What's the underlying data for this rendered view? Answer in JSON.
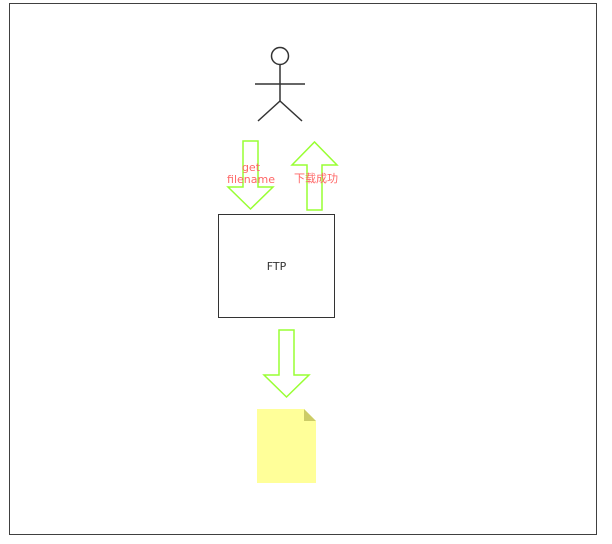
{
  "diagram": {
    "node_ftp": "FTP",
    "edge_request_line1": "get",
    "edge_request_line2": "filename",
    "edge_response": "下载成功"
  },
  "colors": {
    "arrow_stroke": "#99ff33",
    "label_text": "#ff6666",
    "file_fill": "#ffff99",
    "file_fold": "#cccc66",
    "frame_border": "#404040",
    "actor_stroke": "#333333"
  },
  "icons": {
    "actor": "stick-figure-user-icon",
    "file": "document-file-icon"
  }
}
